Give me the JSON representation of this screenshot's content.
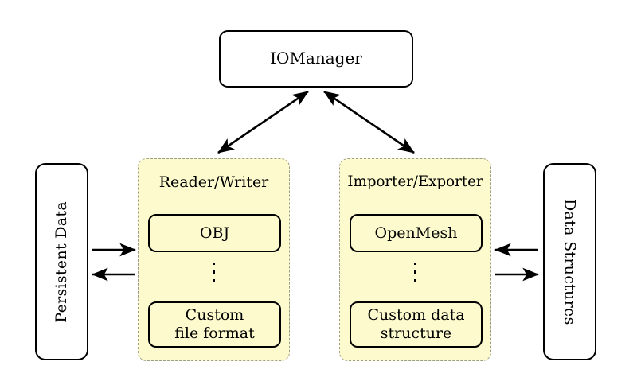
{
  "diagram": {
    "title_node": {
      "label": "IOManager"
    },
    "left_side_node": {
      "label": "Persistent Data"
    },
    "right_side_node": {
      "label": "Data Structures"
    },
    "groups": [
      {
        "id": "reader-writer",
        "title": "Reader/Writer",
        "top_item": "OBJ",
        "ellipsis": "⋮",
        "bottom_item_line1": "Custom",
        "bottom_item_line2": "file format"
      },
      {
        "id": "importer-exporter",
        "title": "Importer/Exporter",
        "top_item": "OpenMesh",
        "ellipsis": "⋮",
        "bottom_item_line1": "Custom data",
        "bottom_item_line2": "structure"
      }
    ],
    "connections": [
      {
        "name": "iomanager-to-reader-writer",
        "style": "double-headed",
        "direction": "diagonal-left"
      },
      {
        "name": "iomanager-to-importer-exporter",
        "style": "double-headed",
        "direction": "diagonal-right"
      },
      {
        "name": "persistent-data-to-reader-writer",
        "style": "single-headed",
        "direction": "right"
      },
      {
        "name": "reader-writer-to-persistent-data",
        "style": "single-headed",
        "direction": "left"
      },
      {
        "name": "data-structures-to-importer-exporter",
        "style": "single-headed",
        "direction": "left"
      },
      {
        "name": "importer-exporter-to-data-structures",
        "style": "single-headed",
        "direction": "right"
      }
    ],
    "colors": {
      "panel_fill": "#FDFBCD",
      "panel_border": "#9C9C8A",
      "node_border": "#000000",
      "background": "#FFFFFF",
      "text": "#000000"
    }
  }
}
